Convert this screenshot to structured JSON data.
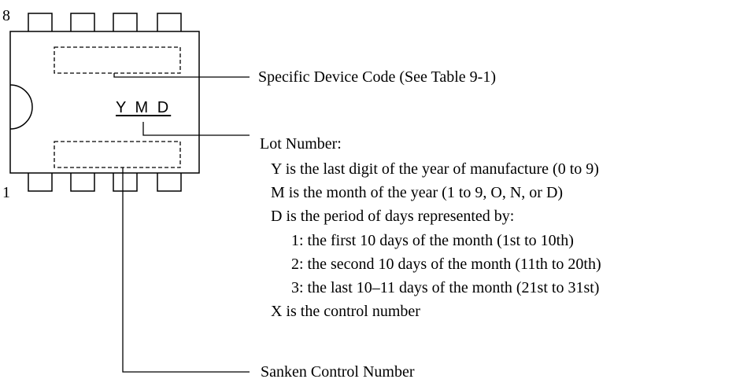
{
  "package": {
    "pin_top_label": "8",
    "pin_bottom_label": "1",
    "marking_text": "Y M D"
  },
  "callouts": {
    "device_code": "Specific Device Code (See Table 9-1)",
    "lot_number_title": "Lot Number:",
    "lot_lines": [
      "Y is the last digit of the year of manufacture (0 to 9)",
      "M is the month of the year (1 to 9, O, N, or D)",
      "D is the period of days represented by:"
    ],
    "day_periods": [
      "1: the first 10 days of the month (1st to 10th)",
      "2: the second 10 days of the month (11th to 20th)",
      "3: the last 10–11 days of the month (21st to 31st)"
    ],
    "control_line": "X is the control number",
    "sanken_control": "Sanken Control Number"
  },
  "colors": {
    "line": "#000000",
    "background": "#ffffff"
  }
}
